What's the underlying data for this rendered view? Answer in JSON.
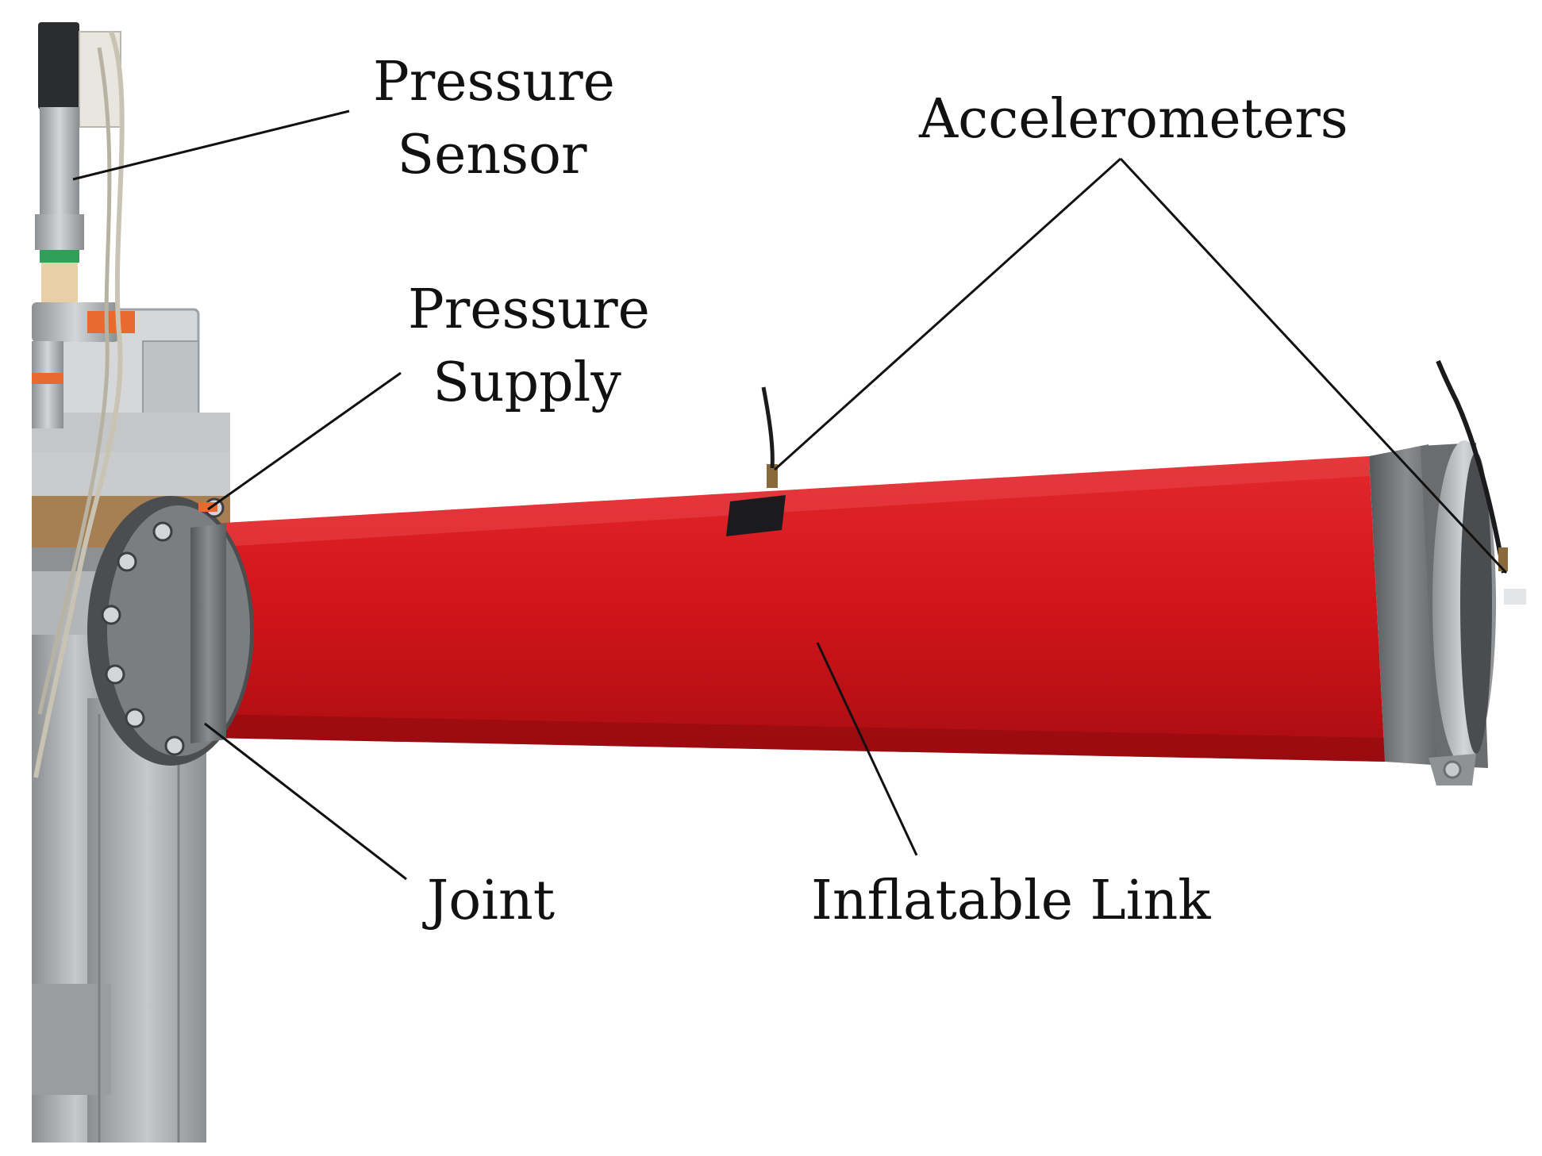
{
  "labels": {
    "pressure_sensor": [
      "Pressure",
      "Sensor"
    ],
    "pressure_supply": [
      "Pressure",
      "Supply"
    ],
    "accelerometers": "Accelerometers",
    "joint": "Joint",
    "inflatable_link": "Inflatable Link"
  },
  "colors": {
    "link_red": "#d4151b",
    "link_red_dark": "#a90d12",
    "tape_gray": "#6f7173",
    "metal": "#b9bcbf",
    "frame": "#a5a8ab",
    "leader_line": "#111111",
    "label_text": "#111111"
  }
}
